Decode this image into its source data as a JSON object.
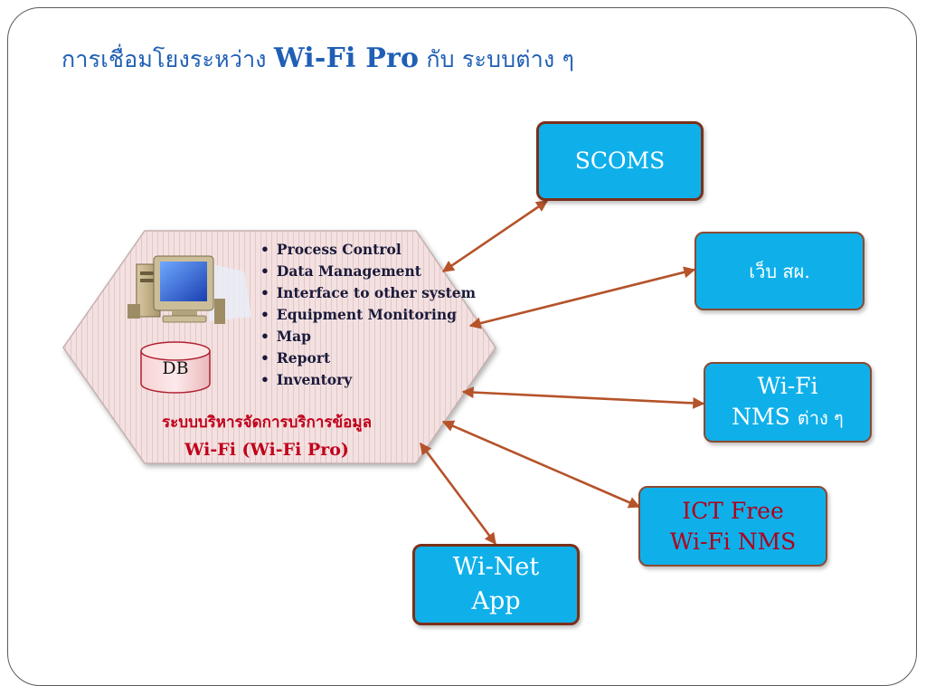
{
  "title": {
    "part1": "การเชื่อมโยงระหว่าง ",
    "part2": "Wi-Fi Pro",
    "part3": " กับ ระบบต่าง ๆ"
  },
  "hub": {
    "features": [
      "Process Control",
      "Data Management",
      "Interface to other system",
      "Equipment Monitoring",
      "Map",
      "Report",
      "Inventory"
    ],
    "db_label": "DB",
    "caption_line1": "ระบบบริหารจัดการบริการข้อมูล",
    "caption_line2": "Wi-Fi  (Wi-Fi Pro)"
  },
  "nodes": {
    "scoms": {
      "label": "SCOMS"
    },
    "web": {
      "label": "เว็บ สผ."
    },
    "nms": {
      "line1": "Wi-Fi",
      "line2a": "NMS ",
      "line2b": "ต่าง ๆ"
    },
    "ict": {
      "line1": "ICT Free",
      "line2": "Wi-Fi NMS"
    },
    "winet": {
      "line1": "Wi-Net",
      "line2": "App"
    }
  },
  "colors": {
    "title": "#1f5fb5",
    "node_fill": "#0fb0ea",
    "node_border": "#7b3018",
    "arrow": "#b5532a",
    "hub_fill": "#f2dede",
    "hub_caption": "#c0001a"
  }
}
